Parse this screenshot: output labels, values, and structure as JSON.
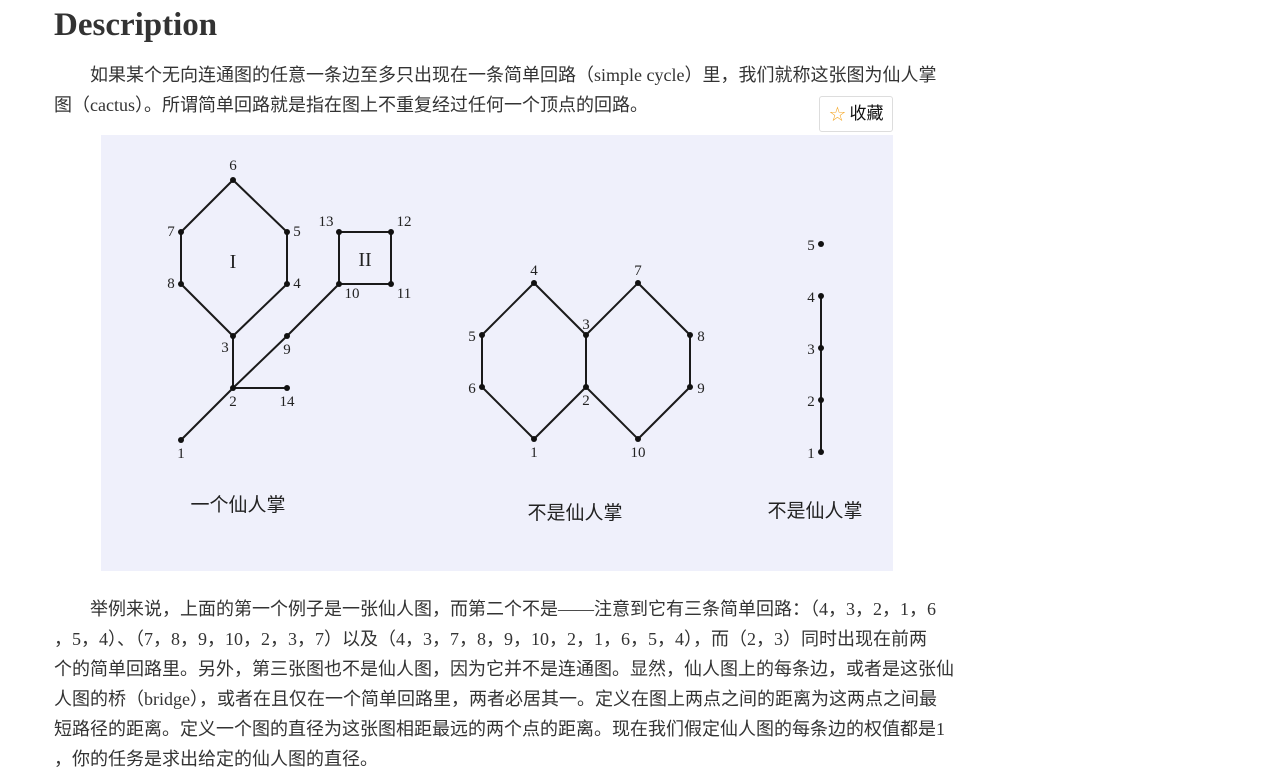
{
  "title": "Description",
  "intro_lines": [
    "        如果某个无向连通图的任意一条边至多只出现在一条简单回路（simple cycle）里，我们就称这张图为仙人掌",
    "图（cactus）。所谓简单回路就是指在图上不重复经过任何一个顶点的回路。"
  ],
  "favorite_button": {
    "icon": "star-outline-icon",
    "label": "收藏",
    "icon_color": "#f5a623"
  },
  "figure": {
    "graph1": {
      "caption": "一个仙人掌",
      "nodes": [
        "1",
        "2",
        "3",
        "4",
        "5",
        "6",
        "7",
        "8",
        "9",
        "10",
        "11",
        "12",
        "13",
        "14"
      ],
      "cycle_labels": [
        "I",
        "II"
      ],
      "edges": [
        [
          "6",
          "7"
        ],
        [
          "6",
          "5"
        ],
        [
          "7",
          "8"
        ],
        [
          "5",
          "4"
        ],
        [
          "8",
          "3"
        ],
        [
          "4",
          "3"
        ],
        [
          "3",
          "2"
        ],
        [
          "2",
          "1"
        ],
        [
          "2",
          "14"
        ],
        [
          "2",
          "9"
        ],
        [
          "9",
          "10"
        ],
        [
          "10",
          "11"
        ],
        [
          "11",
          "12"
        ],
        [
          "12",
          "13"
        ],
        [
          "13",
          "10"
        ]
      ]
    },
    "graph2": {
      "caption": "不是仙人掌",
      "nodes": [
        "1",
        "2",
        "3",
        "4",
        "5",
        "6",
        "7",
        "8",
        "9",
        "10"
      ],
      "edges": [
        [
          "4",
          "5"
        ],
        [
          "5",
          "6"
        ],
        [
          "6",
          "1"
        ],
        [
          "1",
          "2"
        ],
        [
          "2",
          "3"
        ],
        [
          "3",
          "4"
        ],
        [
          "3",
          "7"
        ],
        [
          "7",
          "8"
        ],
        [
          "8",
          "9"
        ],
        [
          "9",
          "10"
        ],
        [
          "10",
          "2"
        ]
      ]
    },
    "graph3": {
      "caption": "不是仙人掌",
      "nodes": [
        "1",
        "2",
        "3",
        "4",
        "5"
      ],
      "edges": [
        [
          "1",
          "2"
        ],
        [
          "2",
          "3"
        ],
        [
          "3",
          "4"
        ]
      ]
    }
  },
  "body_lines": [
    "        举例来说，上面的第一个例子是一张仙人图，而第二个不是——注意到它有三条简单回路：（4，3，2，1，6",
    "，5，4）、（7，8，9，10，2，3，7）以及（4，3，7，8，9，10，2，1，6，5，4），而（2，3）同时出现在前两",
    "个的简单回路里。另外，第三张图也不是仙人图，因为它并不是连通图。显然，仙人图上的每条边，或者是这张仙",
    "人图的桥（bridge），或者在且仅在一个简单回路里，两者必居其一。定义在图上两点之间的距离为这两点之间最",
    "短路径的距离。定义一个图的直径为这张图相距最远的两个点的距离。现在我们假定仙人图的每条边的权值都是1",
    "，你的任务是求出给定的仙人图的直径。"
  ]
}
